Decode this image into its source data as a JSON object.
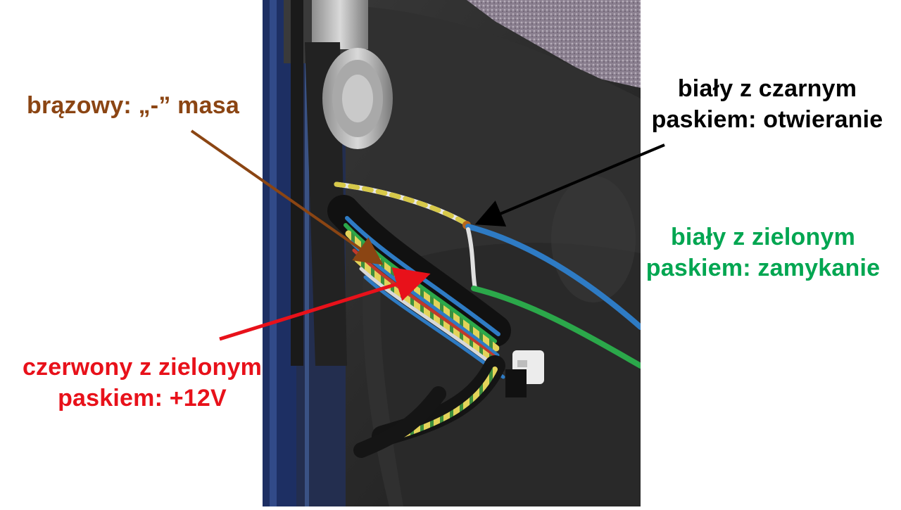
{
  "labels": {
    "ground": {
      "text": "brązowy: „-” masa",
      "color": "#8B4513"
    },
    "open": {
      "line1": "biały z czarnym",
      "line2": "paskiem: otwieranie",
      "color": "#000000"
    },
    "close": {
      "line1": "biały z zielonym",
      "line2": "paskiem: zamykanie",
      "color": "#00A651"
    },
    "power": {
      "line1": "czerwony z zielonym",
      "line2": "paskiem: +12V",
      "color": "#E8111A"
    }
  },
  "photo": {
    "wire_colors": [
      "#2E7BC4",
      "#2BA84A",
      "#E8D84A",
      "#B5651D",
      "#D8D8D8",
      "#C0392B"
    ],
    "background_color": "#262626"
  }
}
